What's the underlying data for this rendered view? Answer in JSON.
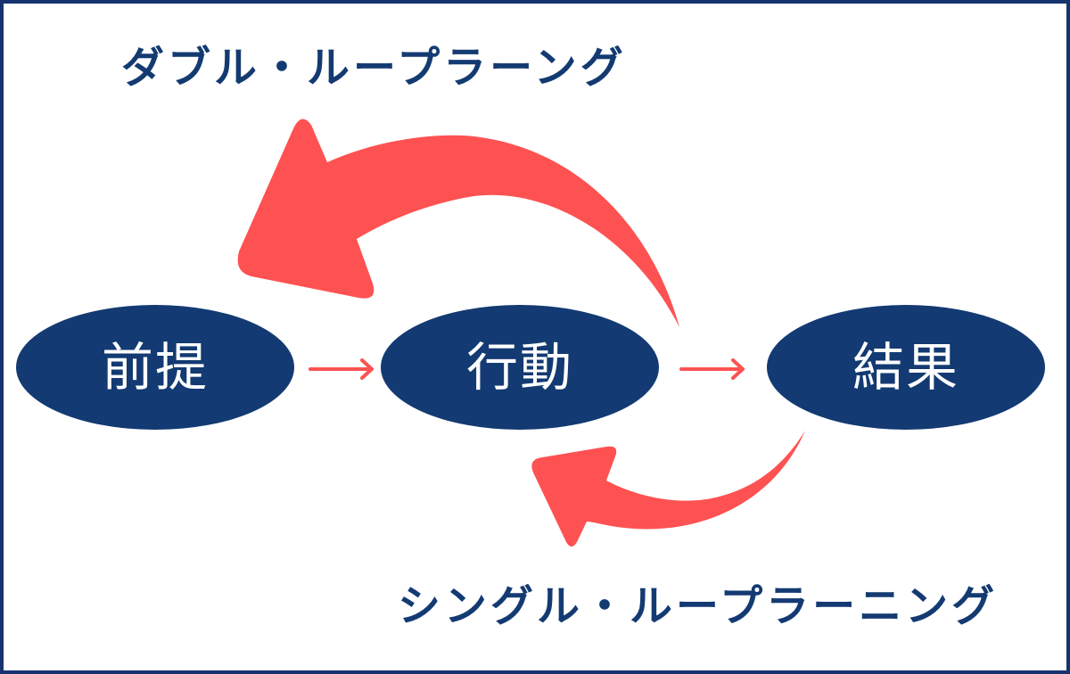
{
  "diagram": {
    "title_top": "ダブル・ループラーング",
    "title_bottom": "シングル・ループラーニング",
    "nodes": [
      {
        "label": "前提"
      },
      {
        "label": "行動"
      },
      {
        "label": "結果"
      }
    ],
    "edges": [
      {
        "from": "前提",
        "to": "行動",
        "type": "arrow"
      },
      {
        "from": "行動",
        "to": "結果",
        "type": "arrow"
      },
      {
        "from": "結果",
        "to": "前提",
        "type": "double-loop-feedback"
      },
      {
        "from": "結果",
        "to": "行動",
        "type": "single-loop-feedback"
      }
    ],
    "colors": {
      "node_fill": "#133a72",
      "node_text": "#ffffff",
      "arrow": "#fe5252",
      "label_text": "#143a72",
      "border": "#17336f"
    }
  }
}
